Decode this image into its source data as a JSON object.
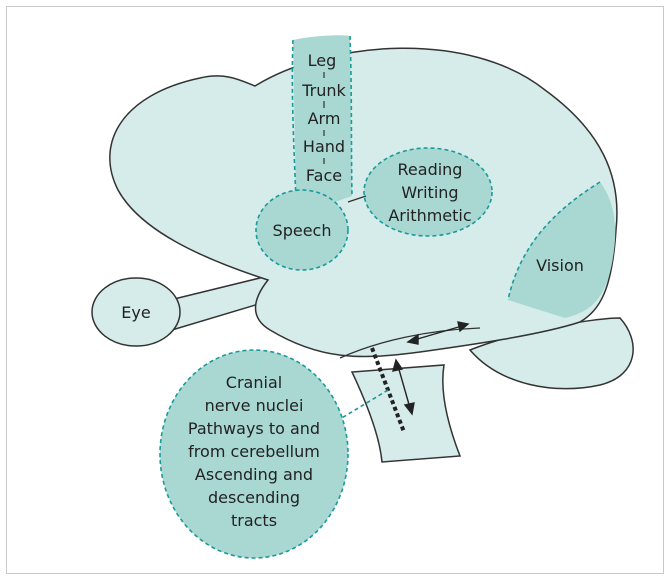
{
  "colors": {
    "brain_fill": "#d5ecea",
    "region_fill": "#a9d8d3",
    "outline": "#333333",
    "dashed_border": "#1a9a9a"
  },
  "motor_strip": {
    "labels": [
      "Leg",
      "Trunk",
      "Arm",
      "Hand",
      "Face"
    ]
  },
  "regions": {
    "speech": "Speech",
    "reading_lines": [
      "Reading",
      "Writing",
      "Arithmetic"
    ],
    "vision": "Vision",
    "eye": "Eye"
  },
  "brainstem_callout": {
    "lines": [
      "Cranial",
      "nerve nuclei",
      "Pathways to and",
      "from cerebellum",
      "Ascending and",
      "descending",
      "tracts"
    ]
  }
}
